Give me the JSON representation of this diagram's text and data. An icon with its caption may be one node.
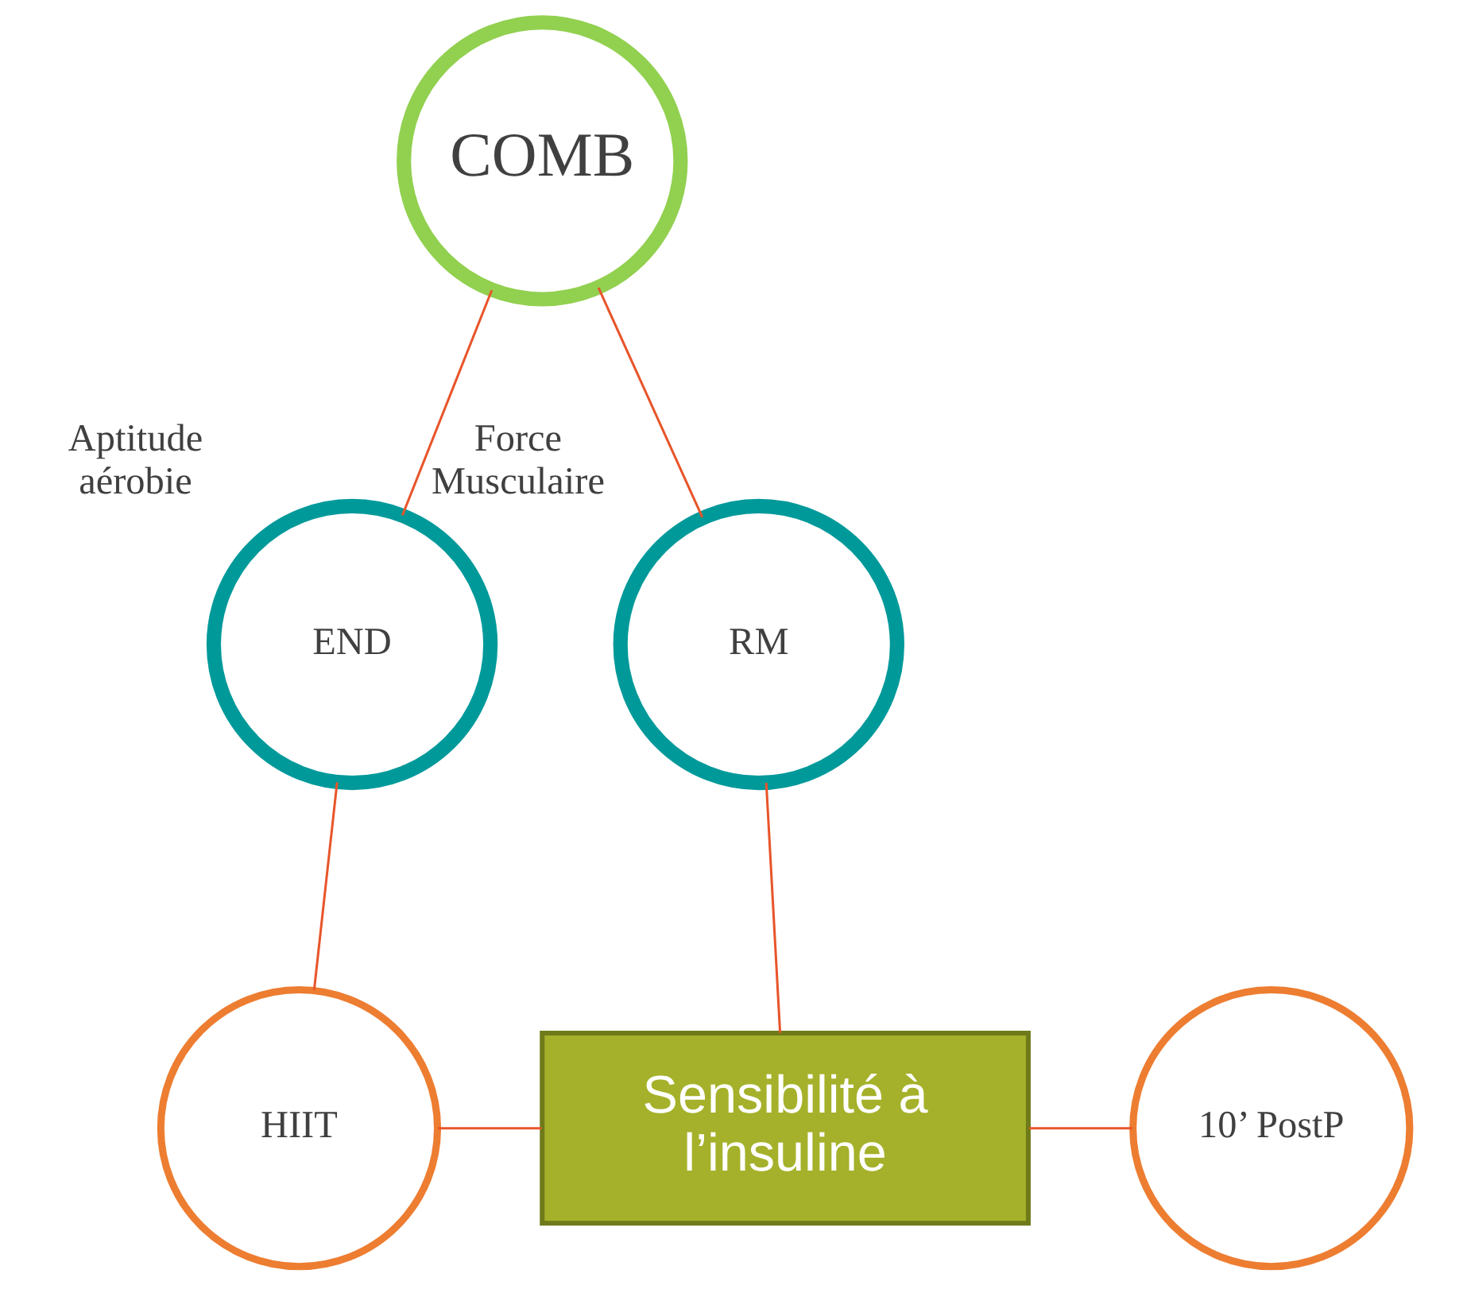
{
  "diagram": {
    "nodes": [
      {
        "text": [
          "COMB"
        ]
      },
      {
        "text": [
          "END"
        ],
        "beside": [
          "Aptitude aérobie"
        ]
      },
      {
        "text": [
          "RM"
        ],
        "beside": [
          "Force Musculaire"
        ]
      },
      {
        "text": [
          "HIIT"
        ]
      },
      {
        "text": [
          "Sensibilité à l’insuline"
        ]
      },
      {
        "text": [
          "10’ PostP"
        ]
      }
    ],
    "edges": [
      {
        "from": 0,
        "to": 1,
        "arrow": "none"
      },
      {
        "from": 0,
        "to": 2,
        "arrow": "none"
      },
      {
        "from": 1,
        "to": 3,
        "arrow": "none"
      },
      {
        "from": 2,
        "to": 4,
        "arrow": "none"
      },
      {
        "from": 3,
        "to": 4,
        "arrow": "none"
      },
      {
        "from": 4,
        "to": 5,
        "arrow": "none"
      }
    ]
  }
}
